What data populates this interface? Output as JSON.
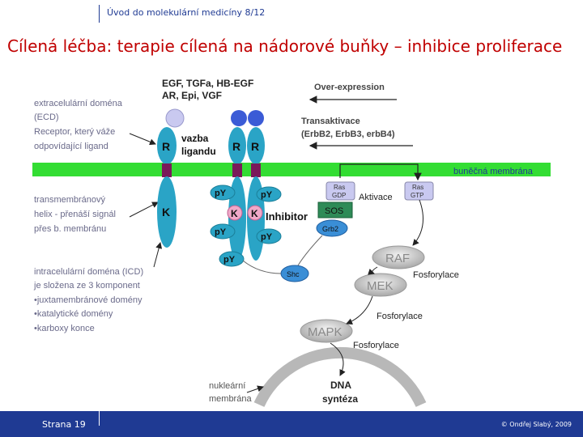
{
  "header": {
    "text": "Úvod do molekulární medicíny 8/12"
  },
  "slide": {
    "title": "Cílená léčba: terapie cílená na nádorové buňky – inhibice proliferace"
  },
  "footer": {
    "page": "Strana 19",
    "copyright": "© Ondřej Slabý, 2009"
  },
  "colors": {
    "accent_blue": "#1f3a93",
    "title_red": "#c00000",
    "membrane_green": "#33dd33",
    "receptor_teal": "#2aa4c6",
    "receptor_purple": "#7a1a5a",
    "ligand_lavender": "#c9c9f0",
    "shc_blue": "#3a8ed6",
    "sos_green": "#2e8b57"
  },
  "diagram": {
    "ligands": [
      "EGF, TGFa, HB-EGF",
      "AR, Epi, VGF"
    ],
    "overexpression": "Over-expression",
    "transactivation": [
      "Transaktivace",
      "(ErbB2, ErbB3, erbB4)"
    ],
    "left_labels": {
      "ecd": [
        "extracelulární doména",
        "(ECD)",
        "Receptor, který váže",
        "odpovídající ligand"
      ],
      "tm": [
        "transmembránový",
        "helix - přenáší signál",
        "přes b. membránu"
      ],
      "icd": [
        "intracelulární doména (ICD)",
        "je složena ze 3 komponent",
        "•juxtamembránové domény",
        "•katalytické domény",
        "•karboxy konce"
      ]
    },
    "receptor": {
      "R": "R",
      "K": "K",
      "pY": "pY",
      "binding": [
        "vazba",
        "ligandu"
      ]
    },
    "inhibitor": "Inhibitor",
    "membrane": "buněčná membrána",
    "ras_gdp": [
      "Ras",
      "GDP"
    ],
    "ras_gtp": [
      "Ras",
      "GTP"
    ],
    "activation": "Aktivace",
    "sos": "SOS",
    "grb2": "Grb2",
    "shc": "Shc",
    "raf": "RAF",
    "mek": "MEK",
    "mapk": "MAPK",
    "phosphorylation": "Fosforylace",
    "nuclear": [
      "nukleární",
      "membrána"
    ],
    "dna": [
      "DNA",
      "syntéza"
    ]
  }
}
